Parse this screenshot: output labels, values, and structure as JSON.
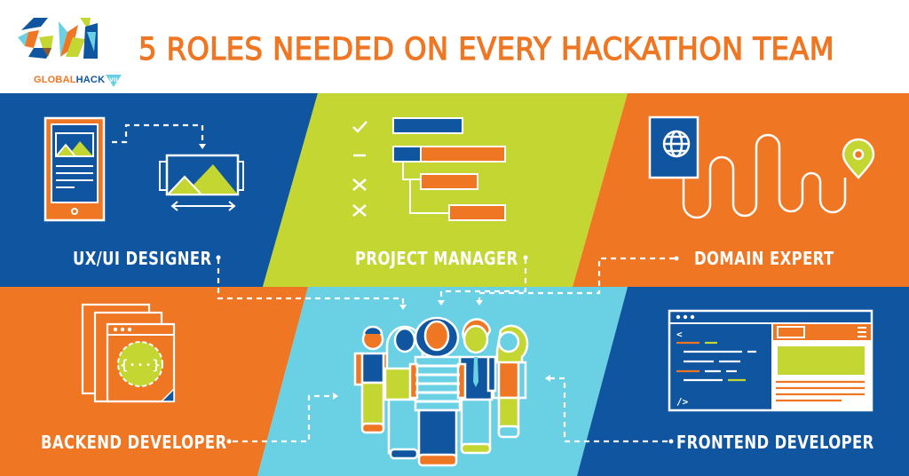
{
  "header": {
    "logo": {
      "glyph": "GH",
      "word_part1": "GLOBAL",
      "word_part2": "HACK",
      "edition": "VII"
    },
    "title": "5 ROLES NEEDED ON EVERY HACKATHON TEAM"
  },
  "colors": {
    "blue": "#0f55a0",
    "green": "#c3d631",
    "orange": "#ef7622",
    "cyan": "#6ad1e4",
    "white": "#ffffff"
  },
  "roles": [
    {
      "id": "ux-ui-designer",
      "label": "UX/UI DESIGNER",
      "icon": "tablet-to-landscape-image-icon",
      "panel_color": "blue"
    },
    {
      "id": "project-manager",
      "label": "PROJECT MANAGER",
      "icon": "gantt-checklist-icon",
      "panel_color": "green"
    },
    {
      "id": "domain-expert",
      "label": "DOMAIN EXPERT",
      "icon": "passport-route-pin-icon",
      "panel_color": "orange"
    },
    {
      "id": "backend-developer",
      "label": "BACKEND DEVELOPER",
      "icon": "documents-gear-code-icon",
      "panel_color": "orange"
    },
    {
      "id": "frontend-developer",
      "label": "FRONTEND DEVELOPER",
      "icon": "browser-code-preview-icon",
      "panel_color": "blue"
    }
  ],
  "center": {
    "icon": "team-of-five-people-icon",
    "panel_color": "cyan"
  },
  "checklist_marks": [
    "check",
    "dash",
    "x",
    "x"
  ],
  "code_tokens": {
    "open": "<",
    "close": "/>",
    "braces": "{···}"
  }
}
